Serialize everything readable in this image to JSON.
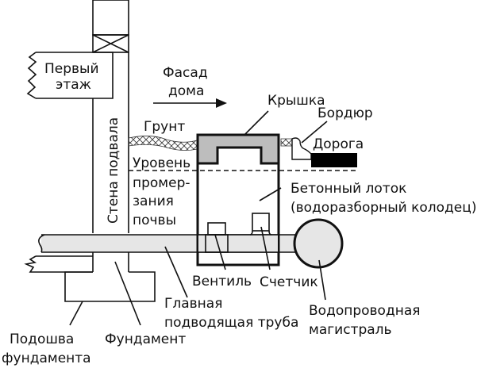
{
  "diagram": {
    "title": "",
    "colors": {
      "line": "#111111",
      "pipe_fill": "#e6e6e6",
      "lid_fill": "#bdbdbd",
      "road_fill": "#000000",
      "background": "#ffffff"
    },
    "labels": {
      "first_floor": [
        "Первый",
        "этаж"
      ],
      "facade": [
        "Фасад",
        "дома"
      ],
      "lid": "Крышка",
      "curb": "Бордюр",
      "road": "Дорога",
      "ground": "Грунт",
      "frost_level": [
        "Уровень",
        "промер-",
        "зания",
        "почвы"
      ],
      "basement_wall": "Стена подвала",
      "concrete_tray": [
        "Бетонный лоток",
        "(водоразборный колодец)"
      ],
      "valve": "Вентиль",
      "meter": "Счетчик",
      "main_supply_pipe": [
        "Главная",
        "подводящая труба"
      ],
      "water_main": [
        "Водопроводная",
        "магистраль"
      ],
      "footing": [
        "Подошва",
        "фундамента"
      ],
      "foundation": "Фундамент"
    },
    "icons": {
      "facade_arrow": "right-arrow-icon",
      "break_mark": "zigzag-break-icon"
    }
  }
}
